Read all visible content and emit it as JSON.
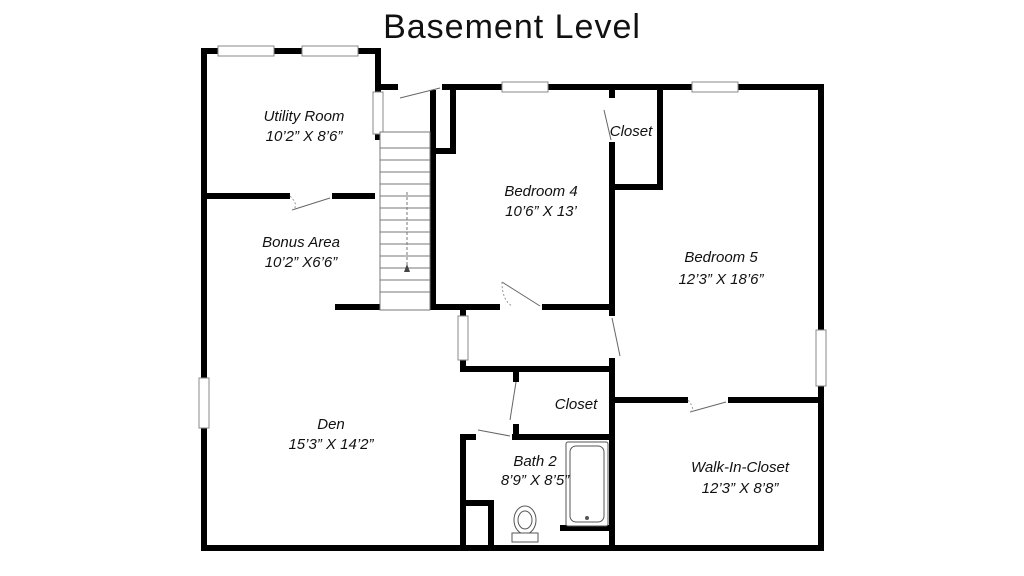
{
  "title": "Basement Level",
  "rooms": {
    "utility_room": {
      "name": "Utility Room",
      "size": "10’2” X 8’6”"
    },
    "closet_top": {
      "name": "Closet"
    },
    "bedroom_4": {
      "name": "Bedroom 4",
      "size": "10’6” X 13’"
    },
    "bonus_area": {
      "name": "Bonus Area",
      "size": "10’2” X6’6”"
    },
    "bedroom_5": {
      "name": "Bedroom 5",
      "size": "12’3” X 18’6”"
    },
    "closet_mid": {
      "name": "Closet"
    },
    "den": {
      "name": "Den",
      "size": "15’3” X 14’2”"
    },
    "bath_2": {
      "name": "Bath 2",
      "size": "8’9” X 8’5”"
    },
    "walk_in_closet": {
      "name": "Walk-In-Closet",
      "size": "12’3” X 8’8”"
    }
  }
}
